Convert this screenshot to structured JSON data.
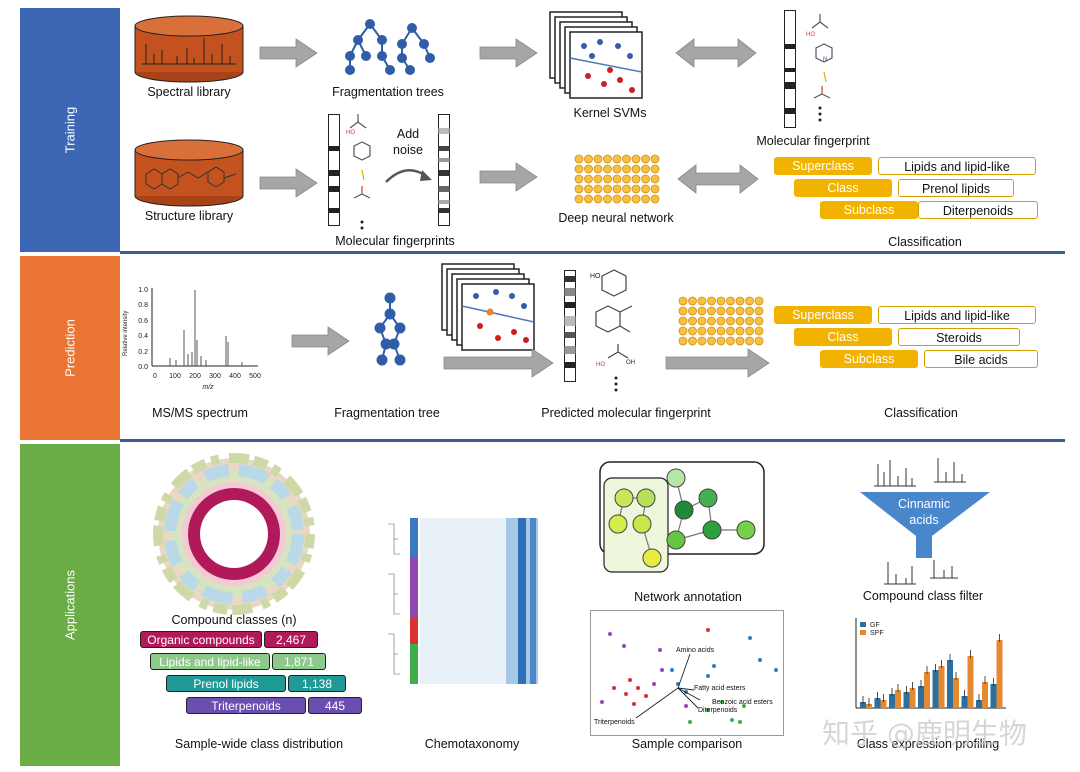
{
  "sections": {
    "training": {
      "label": "Training",
      "color": "#3d67b5"
    },
    "prediction": {
      "label": "Prediction",
      "color": "#ea7433"
    },
    "applications": {
      "label": "Applications",
      "color": "#6aac46"
    }
  },
  "training": {
    "spectral_library": "Spectral library",
    "fragmentation_trees": "Fragmentation trees",
    "kernel_svms": "Kernel SVMs",
    "molecular_fingerprint": "Molecular fingerprint",
    "structure_library": "Structure library",
    "add_noise": "Add noise",
    "molecular_fingerprints": "Molecular fingerprints",
    "deep_neural_network": "Deep neural network",
    "classification": "Classification",
    "tags": [
      {
        "level": "Superclass",
        "value": "Lipids and lipid-like"
      },
      {
        "level": "Class",
        "value": "Prenol lipids"
      },
      {
        "level": "Subclass",
        "value": "Diterpenoids"
      }
    ]
  },
  "prediction": {
    "spectrum": {
      "ylabel": "Relative intensity",
      "xlabel": "m/z",
      "yticks": [
        "1.0",
        "0.8",
        "0.6",
        "0.4",
        "0.2",
        "0.0"
      ],
      "xticks": [
        "0",
        "100",
        "200",
        "300",
        "400",
        "500"
      ]
    },
    "ms_spectrum": "MS/MS spectrum",
    "fragmentation_tree": "Fragmentation tree",
    "predicted_fingerprint": "Predicted molecular fingerprint",
    "classification": "Classification",
    "tags": [
      {
        "level": "Superclass",
        "value": "Lipids and lipid-like"
      },
      {
        "level": "Class",
        "value": "Steroids"
      },
      {
        "level": "Subclass",
        "value": "Bile acids"
      }
    ]
  },
  "applications": {
    "compound_classes": "Compound classes (n)",
    "class_rows": [
      {
        "name": "Organic compounds",
        "count": "2,467",
        "color": "#b0195a"
      },
      {
        "name": "Lipids and lipid-like",
        "count": "1,871",
        "color": "#8cc98a"
      },
      {
        "name": "Prenol lipids",
        "count": "1,138",
        "color": "#1f9a96"
      },
      {
        "name": "Triterpenoids",
        "count": "445",
        "color": "#6a4fb0"
      }
    ],
    "sample_wide": "Sample-wide class distribution",
    "chemotaxonomy": "Chemotaxonomy",
    "network_annotation": "Network annotation",
    "sample_comparison": "Sample comparison",
    "pca_labels": [
      "Amino acids",
      "Fatty acid esters",
      "Benzoic acid esters",
      "Diterpenoids",
      "Triterpenoids"
    ],
    "funnel_text": "Cinnamic acids",
    "compound_class_filter": "Compound class filter",
    "bar_legend": [
      "GF",
      "SPF"
    ],
    "class_expression": "Class expression profiling",
    "watermark": "知乎 @鹿明生物"
  },
  "colors": {
    "band_border": "#3a5e96",
    "orange_tag": "#f2b300",
    "library_fill": "#c4521e",
    "node_blue": "#2f5da8",
    "arrow_gray": "#a6a6a6"
  }
}
